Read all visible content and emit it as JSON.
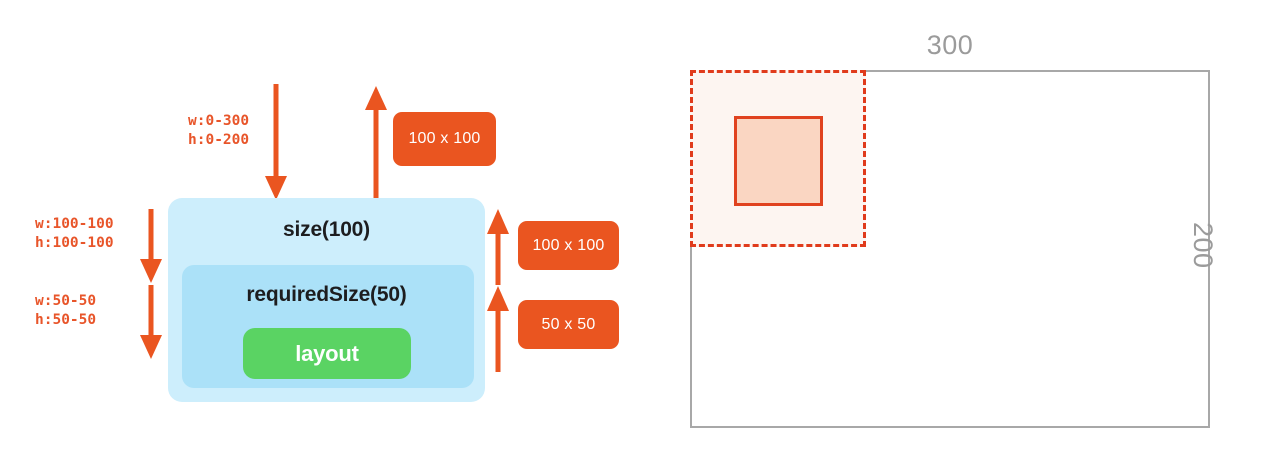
{
  "left_diagram": {
    "outer_box": {
      "label": "size(100)",
      "color": "#cdeefc"
    },
    "inner_box": {
      "label": "requiredSize(50)",
      "color": "#abe1f8"
    },
    "layout_button": {
      "label": "layout",
      "color": "#5ad363"
    },
    "constraint_notes": [
      {
        "line1": "w:0-300",
        "line2": "h:0-200"
      },
      {
        "line1": "w:100-100",
        "line2": "h:100-100"
      },
      {
        "line1": "w:50-50",
        "line2": "h:50-50"
      }
    ],
    "size_badges": [
      {
        "label": "100 x 100"
      },
      {
        "label": "100 x 100"
      },
      {
        "label": "50 x 50"
      }
    ],
    "accent_color": "#ea5520"
  },
  "right_diagram": {
    "width_label": "300",
    "height_label": "200",
    "outer_rect_color": "#a8a8a8",
    "dashed_rect_color": "#e03b1c",
    "solid_rect_color": "#e0421f",
    "solid_rect_fill": "#fad6c2"
  }
}
